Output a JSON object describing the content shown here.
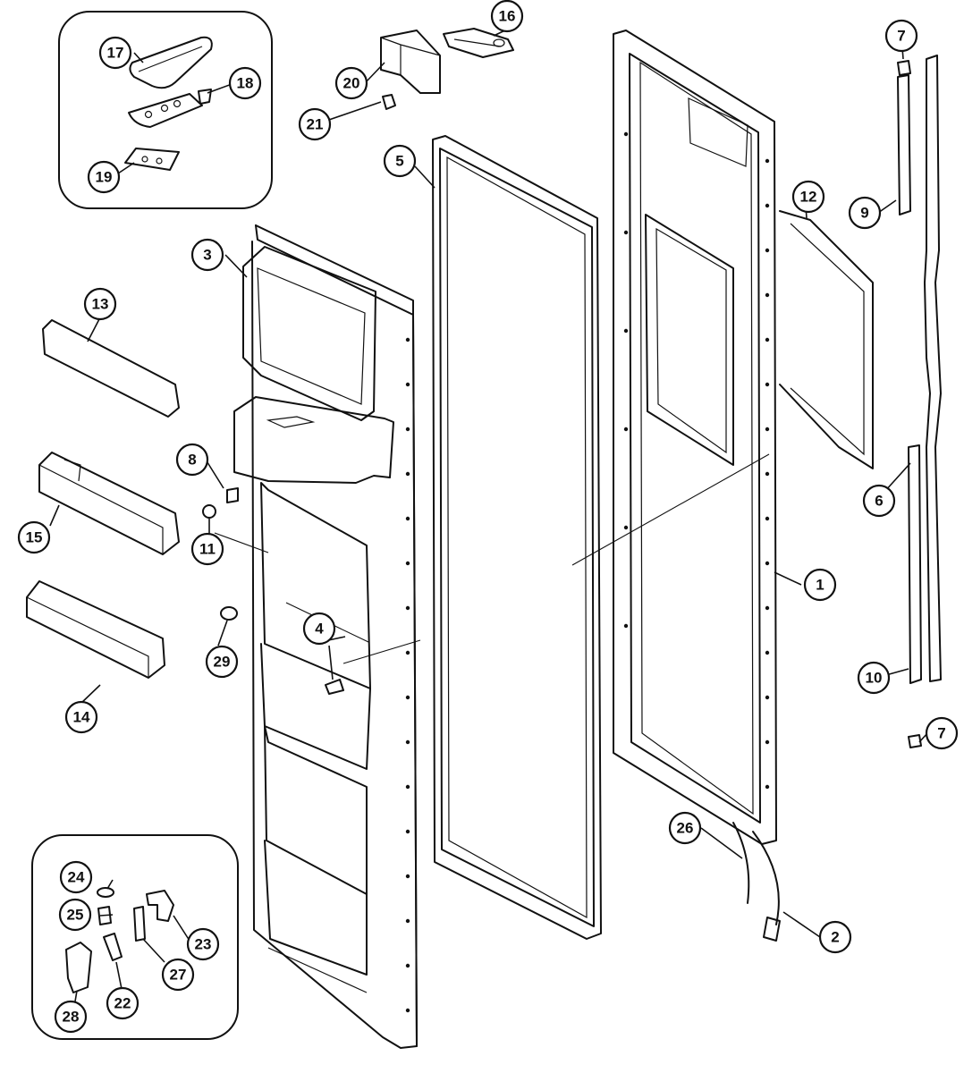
{
  "diagram": {
    "callouts": [
      {
        "id": "c1",
        "label": "1"
      },
      {
        "id": "c2",
        "label": "2"
      },
      {
        "id": "c3",
        "label": "3"
      },
      {
        "id": "c4",
        "label": "4"
      },
      {
        "id": "c5",
        "label": "5"
      },
      {
        "id": "c6",
        "label": "6"
      },
      {
        "id": "c7a",
        "label": "7"
      },
      {
        "id": "c7b",
        "label": "7"
      },
      {
        "id": "c8",
        "label": "8"
      },
      {
        "id": "c9",
        "label": "9"
      },
      {
        "id": "c10",
        "label": "10"
      },
      {
        "id": "c11",
        "label": "11"
      },
      {
        "id": "c12",
        "label": "12"
      },
      {
        "id": "c13",
        "label": "13"
      },
      {
        "id": "c14",
        "label": "14"
      },
      {
        "id": "c15",
        "label": "15"
      },
      {
        "id": "c16",
        "label": "16"
      },
      {
        "id": "c17",
        "label": "17"
      },
      {
        "id": "c18",
        "label": "18"
      },
      {
        "id": "c19",
        "label": "19"
      },
      {
        "id": "c20",
        "label": "20"
      },
      {
        "id": "c21",
        "label": "21"
      },
      {
        "id": "c22",
        "label": "22"
      },
      {
        "id": "c23",
        "label": "23"
      },
      {
        "id": "c24",
        "label": "24"
      },
      {
        "id": "c25",
        "label": "25"
      },
      {
        "id": "c26",
        "label": "26"
      },
      {
        "id": "c27",
        "label": "27"
      },
      {
        "id": "c28",
        "label": "28"
      },
      {
        "id": "c29",
        "label": "29"
      }
    ]
  }
}
